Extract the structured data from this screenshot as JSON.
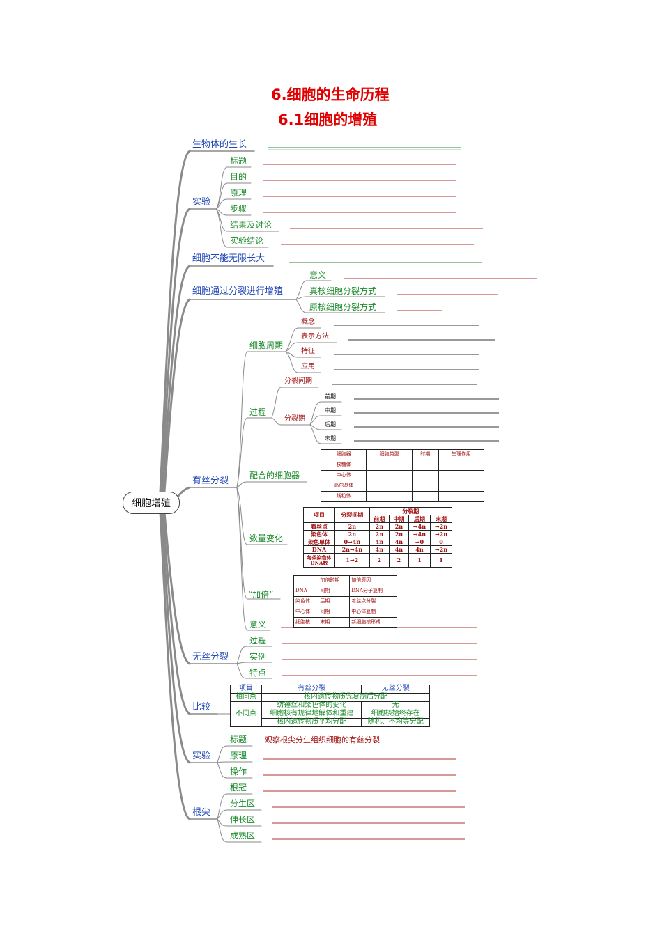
{
  "title": {
    "line1": "6.细胞的生命历程",
    "line2": "6.1细胞的增殖"
  },
  "root": "细胞增殖",
  "branches": {
    "growth": "生物体的生长",
    "exp1": {
      "label": "实验",
      "items": [
        "标题",
        "目的",
        "原理",
        "步骤",
        "结果及讨论",
        "实验结论"
      ]
    },
    "limit": "细胞不能无限长大",
    "division": {
      "label": "细胞通过分裂进行增殖",
      "items": [
        "意义",
        "真核细胞分裂方式",
        "原核细胞分裂方式"
      ]
    },
    "mitosis": {
      "label": "有丝分裂",
      "cycle": {
        "label": "细胞周期",
        "items": [
          "概念",
          "表示方法",
          "特征",
          "应用"
        ]
      },
      "process": {
        "label": "过程",
        "interphase": "分裂间期",
        "phase": "分裂期",
        "phases": [
          "前期",
          "中期",
          "后期",
          "末期"
        ]
      },
      "organelles": "配合的细胞器",
      "quantity": "数量变化",
      "doubling": "“加倍”",
      "meaning": "意义"
    },
    "amitosis": {
      "label": "无丝分裂",
      "items": [
        "过程",
        "实例",
        "特点"
      ]
    },
    "compare": "比较",
    "exp2": {
      "label": "实验",
      "items": [
        "标题",
        "原理",
        "操作"
      ],
      "title_answer": "观察根尖分生组织细胞的有丝分裂"
    },
    "root_tip": {
      "label": "根尖",
      "items": [
        "根冠",
        "分生区",
        "伸长区",
        "成熟区"
      ]
    }
  },
  "organelle_table": {
    "headers": [
      "细胞器",
      "细胞类型",
      "时期",
      "生理作用"
    ],
    "rows": [
      "核糖体",
      "中心体",
      "高尔基体",
      "线粒体"
    ]
  },
  "quantity_table": {
    "h_item": "项目",
    "h_inter": "分裂间期",
    "h_phase": "分裂期",
    "sub": [
      "前期",
      "中期",
      "后期",
      "末期"
    ],
    "rows": [
      [
        "着丝点",
        "2n",
        "2n",
        "2n",
        "→4n",
        "→2n"
      ],
      [
        "染色体",
        "2n",
        "2n",
        "2n",
        "→4n",
        "→2n"
      ],
      [
        "染色单体",
        "0→4n",
        "4n",
        "4n",
        "→0",
        "0"
      ],
      [
        "DNA",
        "2n→4n",
        "4n",
        "4n",
        "4n",
        "→2n"
      ],
      [
        "每条染色体DNA数",
        "1→2",
        "2",
        "2",
        "1",
        "1"
      ]
    ]
  },
  "doubling_table": {
    "headers": [
      "",
      "加倍时期",
      "加倍原因"
    ],
    "rows": [
      [
        "DNA",
        "间期",
        "DNA分子复制"
      ],
      [
        "染色体",
        "后期",
        "着丝点分裂"
      ],
      [
        "中心体",
        "间期",
        "中心体复制"
      ],
      [
        "细胞核",
        "末期",
        "新细胞核形成"
      ]
    ]
  },
  "compare_table": {
    "h_item": "项目",
    "h_mit": "有丝分裂",
    "h_ami": "无丝分裂",
    "same_label": "相同点",
    "same": "核内遗传物质先复制后分配",
    "diff_label": "不同点",
    "diff": [
      [
        "纺锤丝和染色体的变化",
        "无"
      ],
      [
        "细胞核有规律地解体和重建",
        "细胞核始终存在"
      ],
      [
        "核内遗传物质平均分配",
        "随机、不均等分配"
      ]
    ]
  },
  "colors": {
    "title": "#e00000",
    "level1": "#1f45b8",
    "level2": "#1a8a2a",
    "answer_line_red": "#b03030",
    "answer_line_green": "#2a8a3a",
    "branch": "#8a8a8a"
  }
}
